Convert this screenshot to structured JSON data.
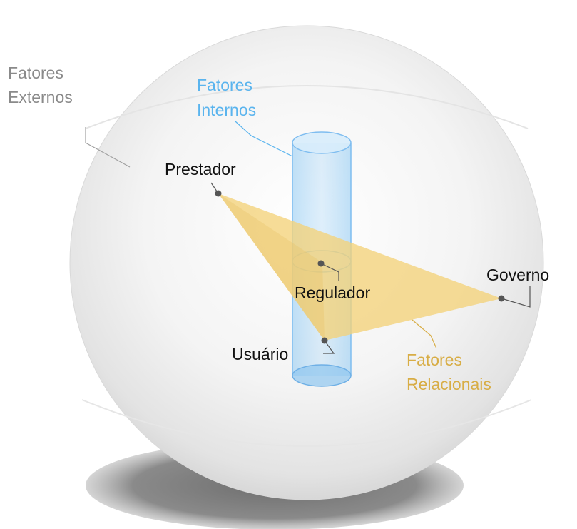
{
  "labels": {
    "fatores_externos": [
      "Fatores",
      "Externos"
    ],
    "fatores_internos": [
      "Fatores",
      "Internos"
    ],
    "fatores_relacionais": [
      "Fatores",
      "Relacionais"
    ]
  },
  "nodes": {
    "prestador": "Prestador",
    "regulador": "Regulador",
    "governo": "Governo",
    "usuario": "Usuário"
  },
  "colors": {
    "external": "#8a8a8a",
    "internal": "#5ab4ee",
    "relational": "#d8ad45",
    "node_text": "#111111",
    "node_dot": "#555555"
  }
}
